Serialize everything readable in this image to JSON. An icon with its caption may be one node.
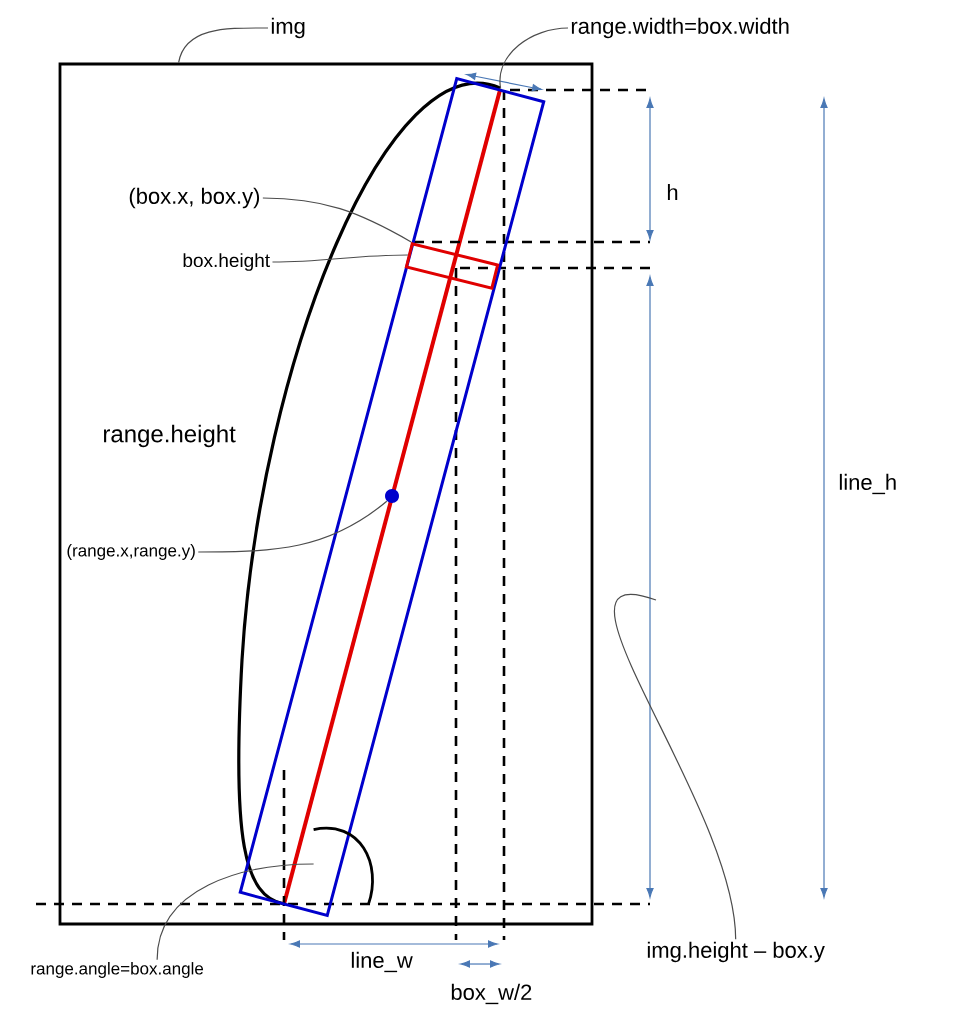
{
  "diagram": {
    "nodes": [
      {
        "text": [
          "img"
        ]
      },
      {
        "text": [],
        "shape": "box"
      },
      {
        "text": [
          "range.width=box.width"
        ]
      },
      {
        "text": [
          "(box.x, box.y)"
        ],
        "in": 1
      },
      {
        "text": [
          "box.height"
        ],
        "in": 1
      },
      {
        "text": [],
        "shape": "box",
        "in": 1
      },
      {
        "text": [],
        "shape": "box",
        "in": 5
      },
      {
        "text": [
          "(range.x,range.y)"
        ],
        "in": 1
      },
      {
        "text": [],
        "shape": "circle",
        "in": 5
      },
      {
        "text": [
          "range.angle=box.angle"
        ]
      },
      {
        "text": [
          "img.height – box.y"
        ]
      },
      {
        "text": [],
        "shape": "arc",
        "in": 1
      }
    ],
    "edges": [
      {
        "from": 0,
        "to": 1,
        "arrow": "none"
      },
      {
        "from": 2,
        "to": 5,
        "arrow": "none"
      },
      {
        "from": 3,
        "to": 6,
        "arrow": "none"
      },
      {
        "from": 4,
        "to": 6,
        "arrow": "none"
      },
      {
        "from": 7,
        "to": 8,
        "arrow": "none"
      },
      {
        "from": 9,
        "to": 11,
        "arrow": "none"
      },
      {
        "from": 10,
        "to": null,
        "arrow": "none"
      }
    ],
    "labels": [
      "h",
      "range.height",
      "line_h",
      "line_w",
      "box_w/2"
    ]
  }
}
